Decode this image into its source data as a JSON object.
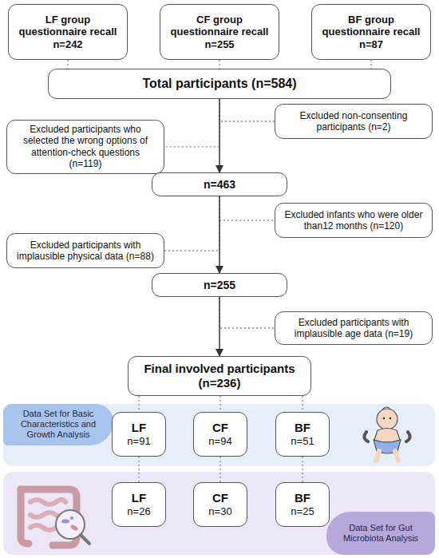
{
  "diagram": {
    "nodes": [
      {
        "text": [
          "LF group questionnaire recall n=242"
        ]
      },
      {
        "text": [
          "CF group questionnaire recall n=255"
        ]
      },
      {
        "text": [
          "BF group questionnaire recall n=87"
        ]
      },
      {
        "text": [
          "Total participants (n=584)"
        ]
      },
      {
        "text": [
          "Excluded participants who selected the wrong options of attention-check questions (n=119)"
        ]
      },
      {
        "text": [
          "Excluded non-consenting participants (n=2)"
        ]
      },
      {
        "text": [
          "n=463"
        ]
      },
      {
        "text": [
          "Excluded infants who were older than12 months (n=120)"
        ]
      },
      {
        "text": [
          "Excluded participants with implausible physical data (n=88)"
        ]
      },
      {
        "text": [
          "n=255"
        ]
      },
      {
        "text": [
          "Excluded participants with implausible age data (n=19)"
        ]
      },
      {
        "text": [
          "Final involved participants (n=236)"
        ]
      },
      {
        "text": [
          "Data Set for Basic Characteristics and Growth Analysis"
        ]
      },
      {
        "text": [
          "LF",
          "n=91"
        ],
        "in": 12
      },
      {
        "text": [
          "CF",
          "n=94"
        ],
        "in": 12
      },
      {
        "text": [
          "BF",
          "n=51"
        ],
        "in": 12
      },
      {
        "text": [
          "Data Set for Gut Microbiota Analysis"
        ]
      },
      {
        "text": [
          "LF",
          "n=26"
        ],
        "in": 16
      },
      {
        "text": [
          "CF",
          "n=30"
        ],
        "in": 16
      },
      {
        "text": [
          "BF",
          "n=25"
        ],
        "in": 16
      }
    ],
    "edges": [
      {
        "from": 0,
        "to": 3,
        "arrow": "none"
      },
      {
        "from": 1,
        "to": 3,
        "arrow": "none"
      },
      {
        "from": 2,
        "to": 3,
        "arrow": "none"
      },
      {
        "from": 3,
        "to": 4,
        "arrow": "none"
      },
      {
        "from": 3,
        "to": 5,
        "arrow": "none"
      },
      {
        "from": 3,
        "to": 6,
        "arrow": "to"
      },
      {
        "from": 6,
        "to": 7,
        "arrow": "none"
      },
      {
        "from": 6,
        "to": 8,
        "arrow": "none"
      },
      {
        "from": 6,
        "to": 9,
        "arrow": "to"
      },
      {
        "from": 9,
        "to": 10,
        "arrow": "none"
      },
      {
        "from": 9,
        "to": 11,
        "arrow": "to"
      },
      {
        "from": 11,
        "to": 13,
        "arrow": "none"
      },
      {
        "from": 11,
        "to": 14,
        "arrow": "none"
      },
      {
        "from": 11,
        "to": 15,
        "arrow": "none"
      },
      {
        "from": 13,
        "to": 17,
        "arrow": "none"
      },
      {
        "from": 14,
        "to": 18,
        "arrow": "none"
      },
      {
        "from": 15,
        "to": 19,
        "arrow": "none"
      }
    ]
  }
}
